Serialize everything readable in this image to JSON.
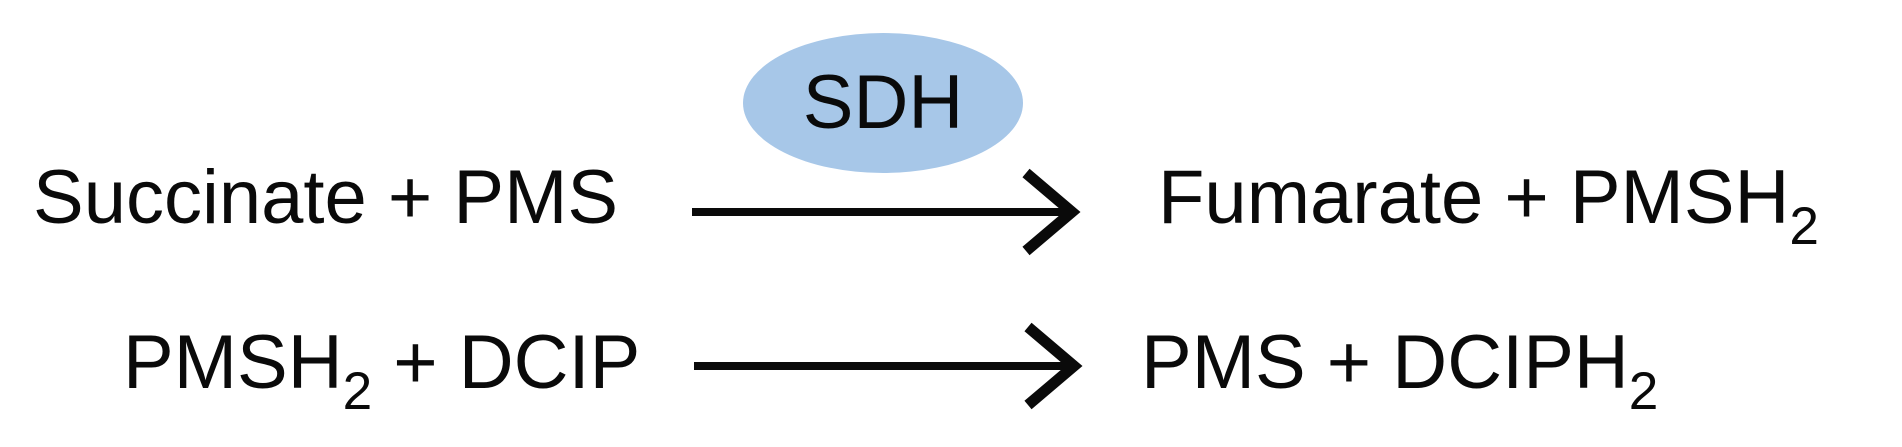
{
  "diagram": {
    "type": "reaction-scheme",
    "background": "#ffffff",
    "text_color": "#0a0a0a",
    "arrow_color": "#0a0a0a"
  },
  "enzyme": {
    "label": "SDH",
    "fill": "#A7C7E8",
    "shape": "ellipse"
  },
  "reactions": [
    {
      "left": {
        "main": "Succinate + PMS",
        "sub": "",
        "tail": ""
      },
      "right": {
        "main": "Fumarate + PMSH",
        "sub": "2",
        "tail": ""
      },
      "catalyst": "SDH"
    },
    {
      "left": {
        "main": "PMSH",
        "sub": "2",
        "tail": " + DCIP"
      },
      "right": {
        "main": "PMS + DCIPH",
        "sub": "2",
        "tail": ""
      },
      "catalyst": ""
    }
  ]
}
